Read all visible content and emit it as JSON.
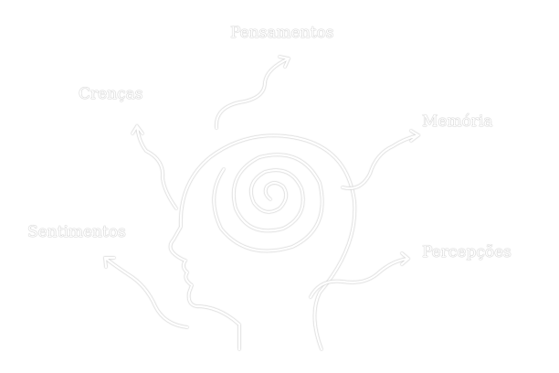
{
  "labels": {
    "thoughts": "Pensamentos",
    "beliefs": "Crenças",
    "memory": "Memória",
    "feelings": "Sentimentos",
    "perceptions": "Percepções"
  }
}
